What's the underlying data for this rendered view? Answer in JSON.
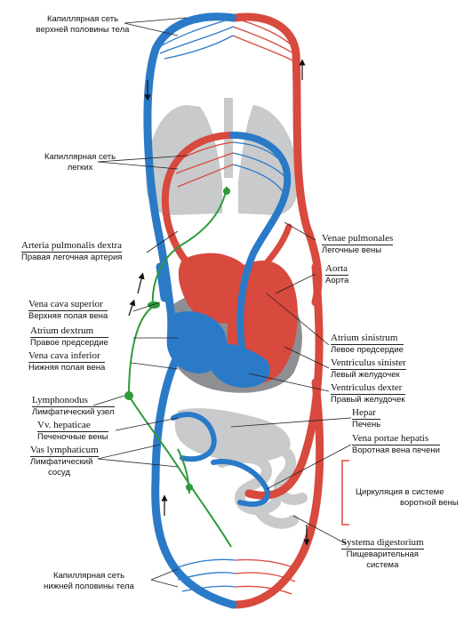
{
  "colors": {
    "arterial": "#d8493e",
    "venous": "#2a7ac8",
    "lymph": "#2e9a3a",
    "organ": "#c9cacc",
    "heart_bg": "#8e8f92"
  },
  "labels": {
    "cap_upper": {
      "line1": "Капиллярная сеть",
      "line2": "верхней половины тела"
    },
    "cap_lungs": {
      "line1": "Капиллярная сеть",
      "line2": "легких"
    },
    "arteria_pulm": {
      "lat": "Arteria pulmonalis dextra",
      "ru": "Правая легочная артерия"
    },
    "vena_cava_sup": {
      "lat": "Vena cava superior",
      "ru": "Верхняя полая вена"
    },
    "atrium_dex": {
      "lat": "Atrium dextrum",
      "ru": "Правое предсердие"
    },
    "vena_cava_inf": {
      "lat": "Vena cava inferior",
      "ru": "Нижняя полая вена"
    },
    "lymphonodus": {
      "lat": "Lymphonodus",
      "ru": "Лимфатический узел"
    },
    "vv_hepaticae": {
      "lat": "Vv. hepaticae",
      "ru": "Печеночные вены"
    },
    "vas_lymph": {
      "lat": "Vas lymphaticum",
      "ru1": "Лимфатический",
      "ru2": "сосуд"
    },
    "cap_lower": {
      "line1": "Капиллярная сеть",
      "line2": "нижней половины тела"
    },
    "venae_pulm": {
      "lat": "Venae pulmonales",
      "ru": "Легочные вены"
    },
    "aorta": {
      "lat": "Aorta",
      "ru": "Аорта"
    },
    "atrium_sin": {
      "lat": "Atrium sinistrum",
      "ru": "Левое предсердие"
    },
    "ventr_sin": {
      "lat": "Ventriculus sinister",
      "ru": "Левый желудочек"
    },
    "ventr_dex": {
      "lat": "Ventriculus dexter",
      "ru": "Правый желудочек"
    },
    "hepar": {
      "lat": "Hepar",
      "ru": "Печень"
    },
    "vena_portae": {
      "lat": "Vena portae hepatis",
      "ru": "Воротная вена печени"
    },
    "portal_circ": {
      "line1": "Циркуляция в системе",
      "line2": "воротной вены"
    },
    "systema_dig": {
      "lat": "Systema digestorium",
      "ru1": "Пищеварительная",
      "ru2": "система"
    }
  }
}
